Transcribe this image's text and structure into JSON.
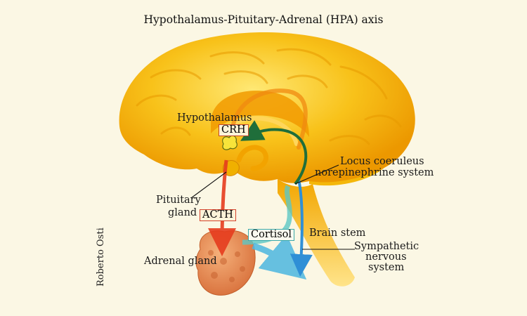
{
  "title": "Hypothalamus-Pituitary-Adrenal (HPA) axis",
  "credit": "Roberto Osti",
  "labels": {
    "hypothalamus": "Hypothalamus",
    "crh": "CRH",
    "locus_line1": "Locus coeruleus",
    "locus_line2": "norepinephrine system",
    "pituitary_line1": "Pituitary",
    "pituitary_line2": "gland",
    "acth": "ACTH",
    "cortisol": "Cortisol",
    "brain_stem": "Brain stem",
    "sympathetic_line1": "Sympathetic",
    "sympathetic_line2": "nervous",
    "sympathetic_line3": "system",
    "adrenal": "Adrenal gland"
  },
  "colors": {
    "background": "#fbf7e4",
    "brain": "#f6b800",
    "brain_shadow": "#e58f00",
    "brain_highlight": "#fde36a",
    "adrenal": "#e88a52",
    "acth_arrow": "#e63c1e",
    "cortisol_arrow": "#5cc7c4",
    "sympathetic_arrow": "#2f8fd6",
    "norepinephrine_arrow": "#1f6e3a",
    "crh_box": "#c4462a",
    "acth_box": "#d4432c",
    "cortisol_box": "#3aa8a8"
  }
}
